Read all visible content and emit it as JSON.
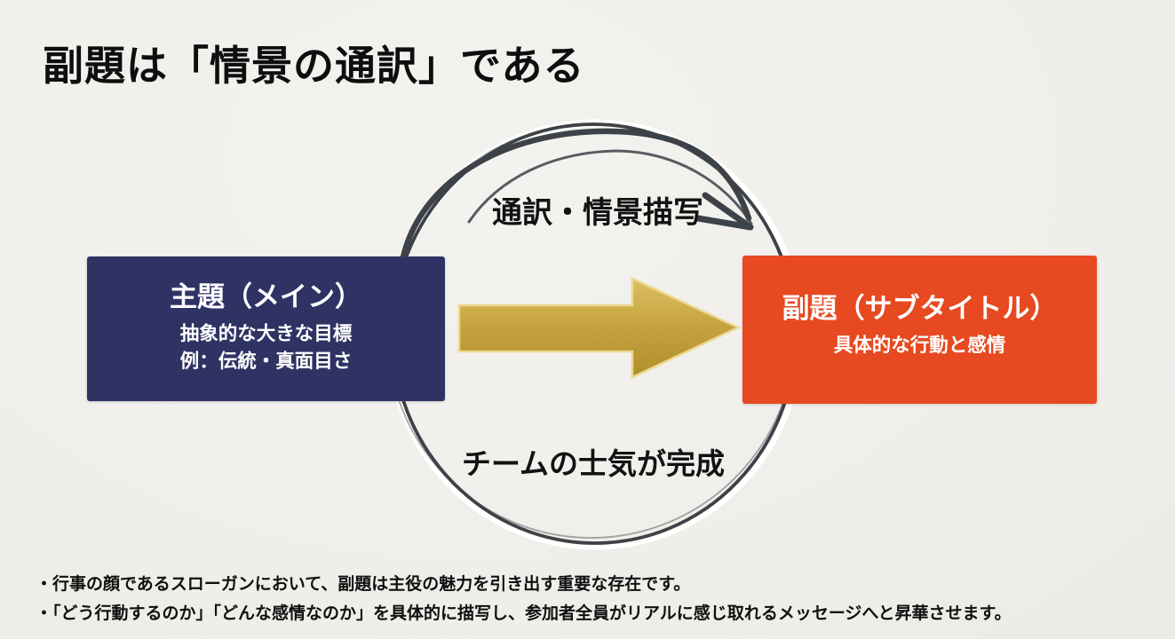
{
  "page": {
    "background_color": "#f1f0ec",
    "text_color": "#0e0e0e"
  },
  "title": "副題は「情景の通訳」である",
  "diagram": {
    "cycle_top_label": "通訳・情景描写",
    "cycle_bottom_label": "チームの士気が完成",
    "circle_color": "#3d4248",
    "circle_highlight_color": "#ffffff",
    "main_box": {
      "title": "主題（メイン）",
      "line1": "抽象的な大きな目標",
      "line2": "例：伝統・真面目さ",
      "color": "#2e3364",
      "text_color": "#ffffff"
    },
    "sub_box": {
      "title": "副題（サブタイトル）",
      "line1": "具体的な行動と感情",
      "color": "#e74920",
      "text_color": "#ffffff"
    },
    "gold_arrow": {
      "color_mid": "#c5a23d",
      "color_light": "#dcbf62",
      "color_dark": "#b18e2d",
      "edge_color": "#ecd88e"
    }
  },
  "notes": [
    "・行事の顔であるスローガンにおいて、副題は主役の魅力を引き出す重要な存在です。",
    "・「どう行動するのか」「どんな感情なのか」を具体的に描写し、参加者全員がリアルに感じ取れるメッセージへと昇華させます。"
  ]
}
